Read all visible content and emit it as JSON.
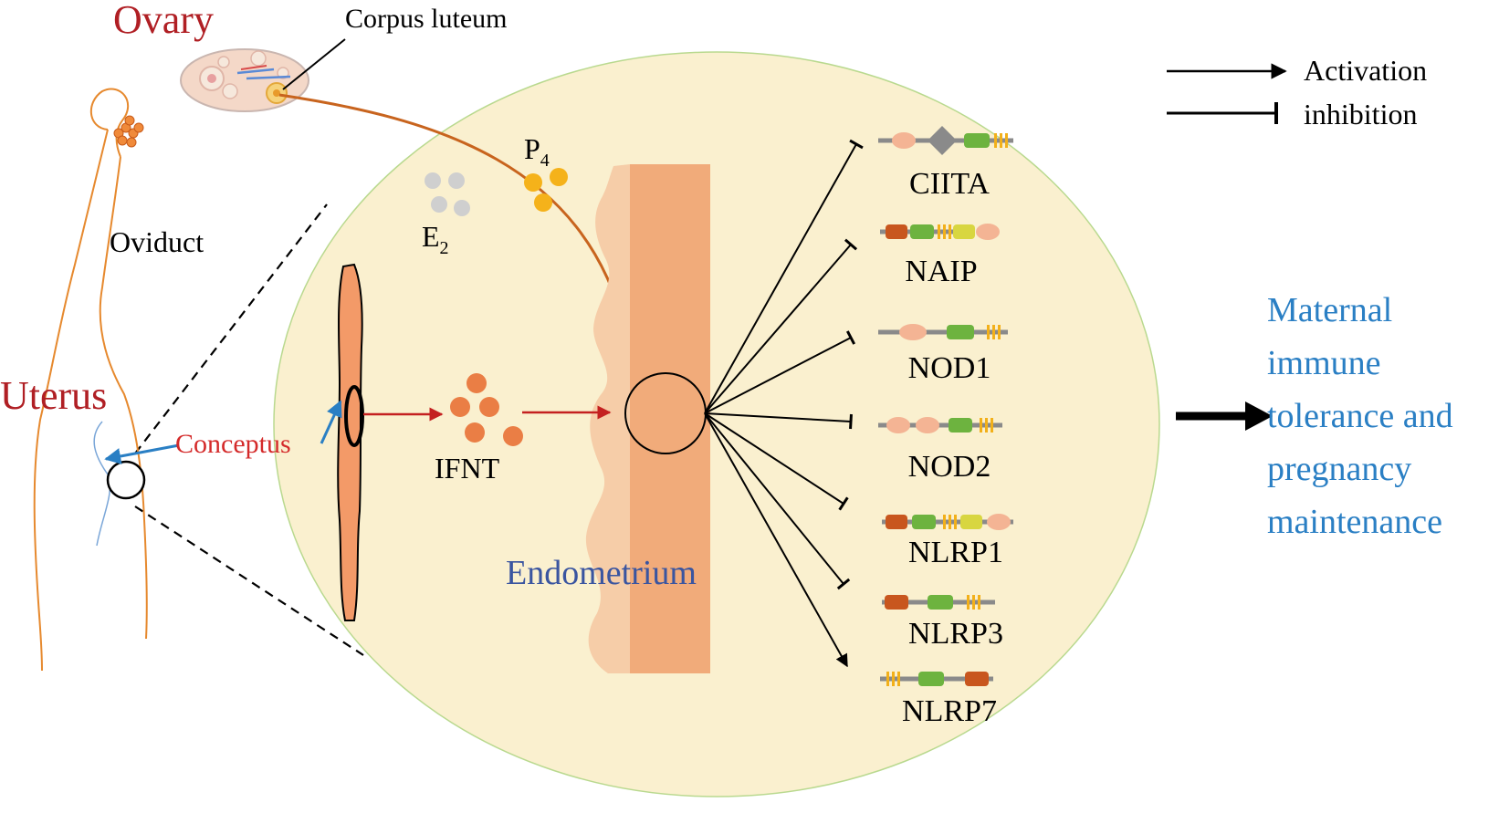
{
  "labels": {
    "ovary": "Ovary",
    "corpus_luteum": "Corpus luteum",
    "oviduct": "Oviduct",
    "uterus": "Uterus",
    "conceptus": "Conceptus",
    "e2_base": "E",
    "e2_sub": "2",
    "p4_base": "P",
    "p4_sub": "4",
    "ifnt": "IFNT",
    "endometrium": "Endometrium",
    "outcome_lines": [
      "Maternal",
      "immune",
      "tolerance and",
      "pregnancy",
      "maintenance"
    ]
  },
  "legend": {
    "activation": "Activation",
    "inhibition": "inhibition"
  },
  "genes": [
    {
      "name": "CIITA",
      "effect": "inhibition"
    },
    {
      "name": "NAIP",
      "effect": "inhibition"
    },
    {
      "name": "NOD1",
      "effect": "inhibition"
    },
    {
      "name": "NOD2",
      "effect": "inhibition"
    },
    {
      "name": "NLRP1",
      "effect": "inhibition"
    },
    {
      "name": "NLRP3",
      "effect": "inhibition"
    },
    {
      "name": "NLRP7",
      "effect": "activation"
    }
  ],
  "colors": {
    "dark_red": "#b01f24",
    "red": "#d42a2a",
    "blue_text": "#2a7fc4",
    "endometrium_text": "#3a55a0",
    "circle_fill": "#faf0cf",
    "orange_line": "#e0882a",
    "p4_arrow": "#c8641e",
    "tissue_light": "#f6cda8",
    "tissue_dark": "#f1ab7a",
    "ifnt_dot": "#ea7e45",
    "p4_dot": "#f5b21a",
    "e2_dot": "#cfcfcf"
  }
}
